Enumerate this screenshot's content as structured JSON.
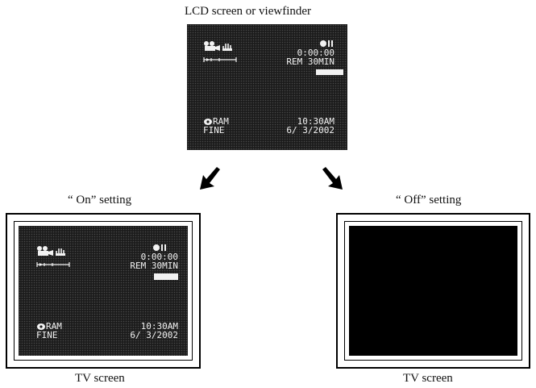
{
  "top": {
    "caption": "LCD screen or viewfinder",
    "osd": {
      "time_code": "0:00:00",
      "remaining": "REM 30MIN",
      "memory": "RAM",
      "quality": "FINE",
      "clock": "10:30AM",
      "date": "6/ 3/2002"
    }
  },
  "left_panel": {
    "setting_label": "“ On”  setting",
    "screen_label": "TV screen",
    "osd": {
      "time_code": "0:00:00",
      "remaining": "REM 30MIN",
      "memory": "RAM",
      "quality": "FINE",
      "clock": "10:30AM",
      "date": "6/ 3/2002"
    }
  },
  "right_panel": {
    "setting_label": "“ Off”  setting",
    "screen_label": "TV screen"
  },
  "icons": [
    "camera-icon",
    "hand-shake-icon",
    "zoom-bar-icon",
    "record-pause-icon",
    "memory-icon",
    "arrow-down-left-icon",
    "arrow-down-right-icon"
  ],
  "colors": {
    "screen_bg": "#1c1c1c",
    "osd_text": "#f2f2f2",
    "frame": "#000000"
  }
}
